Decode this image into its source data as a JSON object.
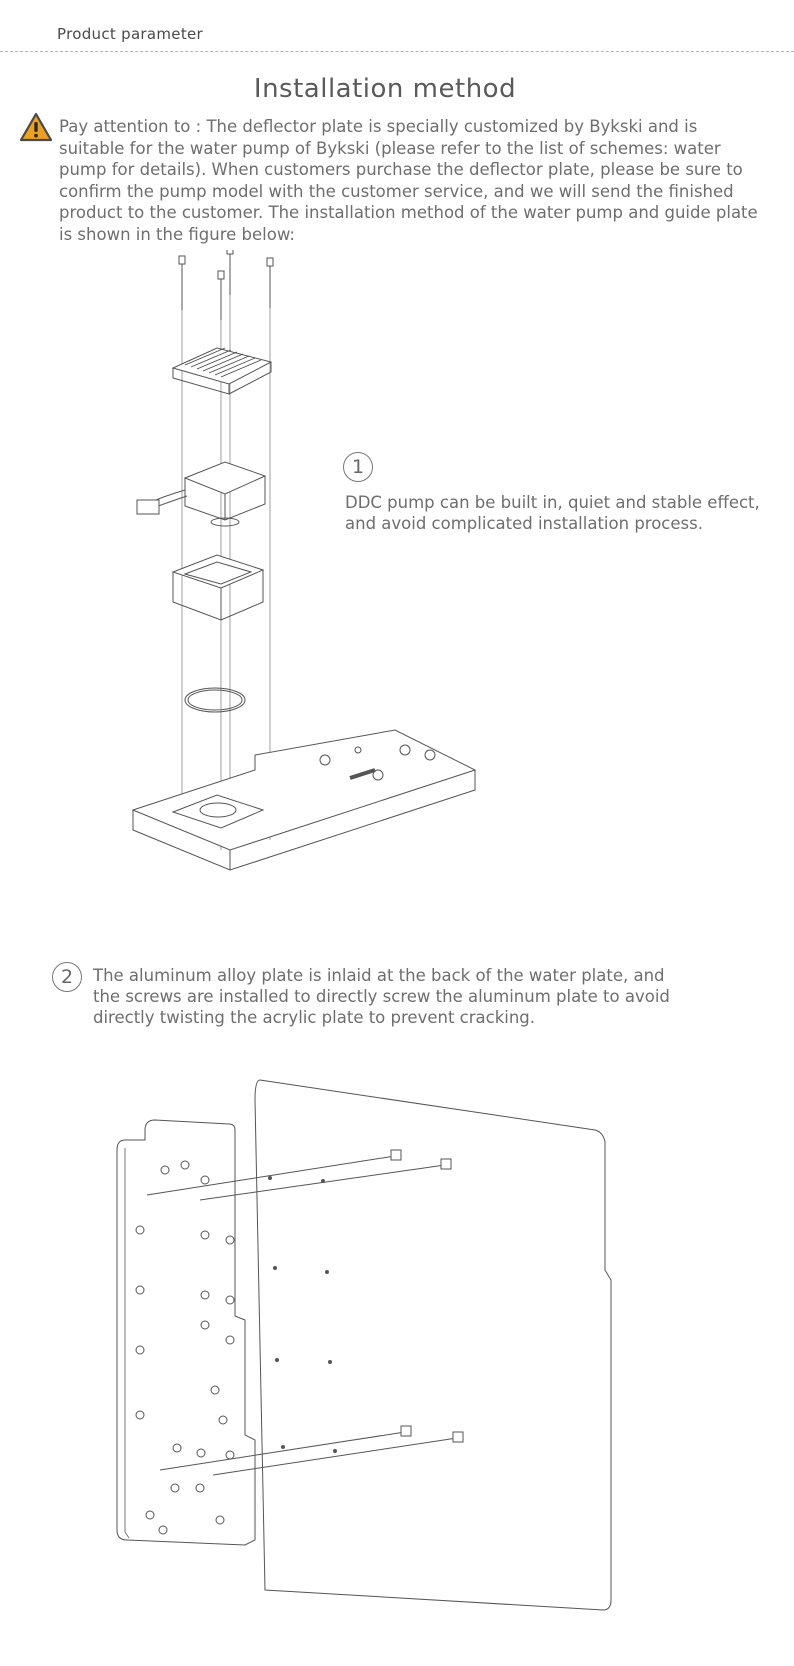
{
  "header": {
    "label": "Product parameter"
  },
  "main": {
    "title": "Installation method",
    "notice": "Pay attention to : The deflector plate is specially customized by Bykski and is suitable for the water pump of Bykski (please refer to the list of schemes: water pump for details). When customers purchase the deflector plate, please be sure to confirm the pump model with the customer service, and we will send the finished product to the customer. The installation method of the water pump and guide plate is shown in the figure below:",
    "steps": [
      {
        "number": "1",
        "text": "DDC pump can be built in, quiet and stable effect, and avoid complicated installation process."
      },
      {
        "number": "2",
        "text": "The aluminum alloy plate is inlaid at the back of the water plate, and the screws are installed to directly screw the aluminum plate to avoid directly twisting the acrylic plate to prevent cracking."
      }
    ]
  },
  "icons": {
    "warning": "warning-triangle-icon"
  },
  "colors": {
    "warning": "#f0a020",
    "text": "#6e6e6e",
    "rule": "#b5b5b5"
  }
}
